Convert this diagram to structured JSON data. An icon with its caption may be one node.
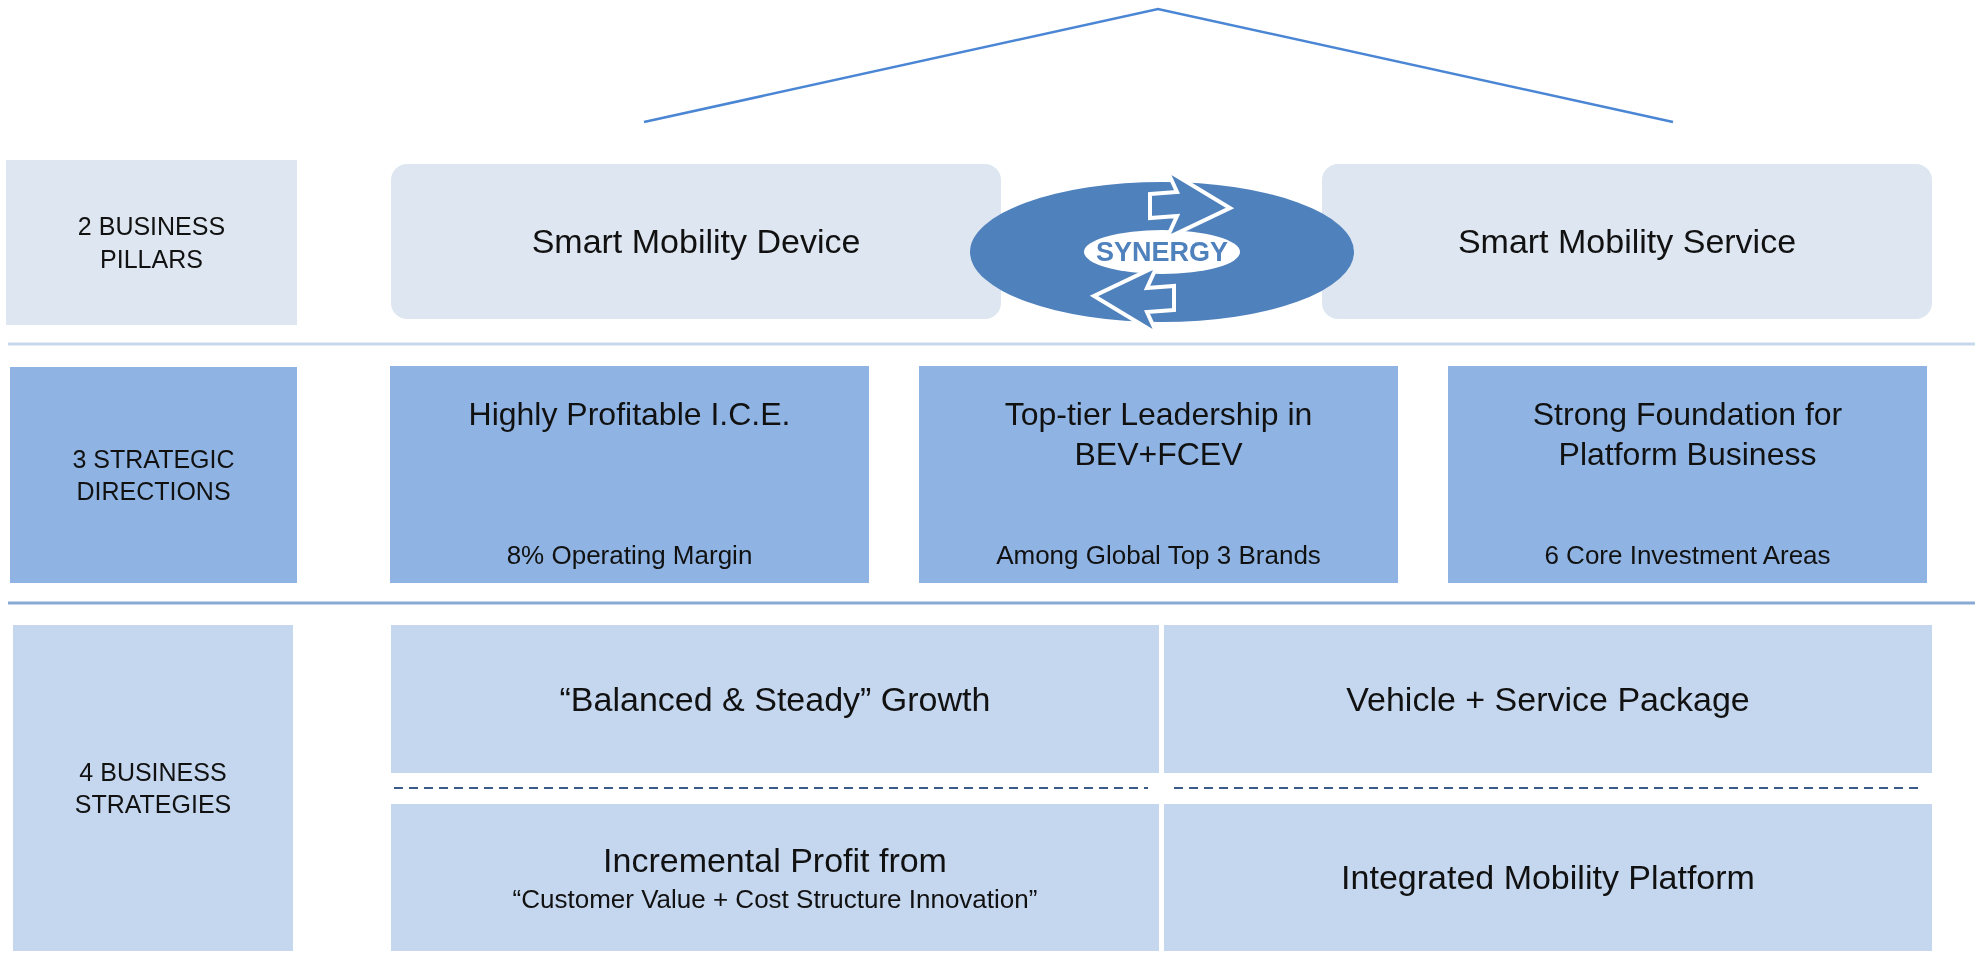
{
  "diagram": {
    "nodes": [
      {
        "text": [
          "2 BUSINESS PILLARS"
        ]
      },
      {
        "text": [
          "Smart Mobility Device"
        ]
      },
      {
        "text": [
          "SYNERGY"
        ]
      },
      {
        "text": [
          "Smart Mobility Service"
        ]
      },
      {
        "text": [
          "3 STRATEGIC DIRECTIONS"
        ]
      },
      {
        "text": [
          "Highly Profitable I.C.E.",
          "8% Operating Margin"
        ]
      },
      {
        "text": [
          "Top-tier Leadership in BEV+FCEV",
          "Among Global Top 3 Brands"
        ]
      },
      {
        "text": [
          "Strong Foundation for Platform Business",
          "6 Core Investment Areas"
        ]
      },
      {
        "text": [
          "4 BUSINESS STRATEGIES"
        ]
      },
      {
        "text": [
          "“Balanced & Steady” Growth"
        ]
      },
      {
        "text": [
          "Vehicle + Service Package"
        ]
      },
      {
        "text": [
          "Incremental Profit from",
          "“Customer Value + Cost Structure Innovation”"
        ]
      },
      {
        "text": [
          "Integrated Mobility Platform"
        ]
      }
    ]
  }
}
